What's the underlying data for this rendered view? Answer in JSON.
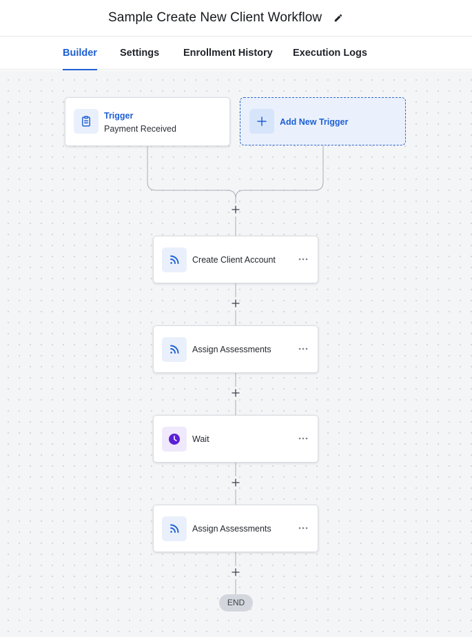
{
  "header": {
    "title": "Sample Create New Client Workflow",
    "edit_icon": "pencil-icon"
  },
  "tabs": [
    {
      "label": "Builder",
      "active": true
    },
    {
      "label": "Settings",
      "active": false
    },
    {
      "label": "Enrollment History",
      "active": false
    },
    {
      "label": "Execution Logs",
      "active": false
    }
  ],
  "trigger": {
    "label": "Trigger",
    "value": "Payment Received",
    "icon": "clipboard-icon"
  },
  "add_trigger": {
    "label": "Add New Trigger",
    "icon": "plus-icon"
  },
  "steps": [
    {
      "label": "Create Client Account",
      "icon": "rss-icon"
    },
    {
      "label": "Assign Assessments",
      "icon": "rss-icon"
    },
    {
      "label": "Wait",
      "icon": "clock-icon"
    },
    {
      "label": "Assign Assessments",
      "icon": "rss-icon"
    }
  ],
  "end_label": "END",
  "colors": {
    "accent": "#1d5fd3",
    "wait_icon": "#5b21d6",
    "canvas": "#f4f5f7"
  }
}
